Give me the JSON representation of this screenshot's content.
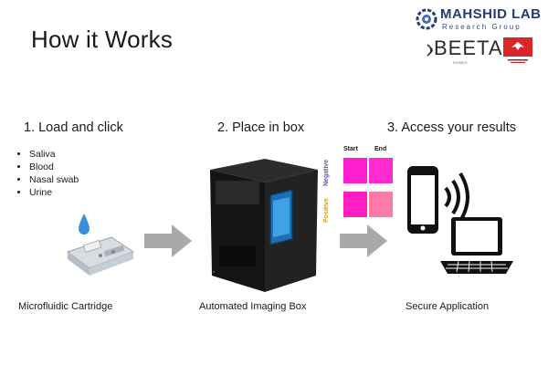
{
  "page": {
    "title": "How it Works"
  },
  "logos": {
    "mahshid_name": "MAHSHID LAB",
    "mahshid_sub": "Research Group",
    "beeta_word": "BEETA",
    "beeta_tag": "BIOMED"
  },
  "steps": [
    {
      "heading": "1. Load and click",
      "samples": [
        "Saliva",
        "Blood",
        "Nasal swab",
        "Urine"
      ],
      "caption": "Microfluidic Cartridge"
    },
    {
      "heading": "2. Place in box",
      "caption": "Automated Imaging Box"
    },
    {
      "heading": "3. Access your results",
      "caption": "Secure Application"
    }
  ],
  "results_card": {
    "start_label": "Start",
    "end_label": "End",
    "negative_label": "Negative",
    "positive_label": "Positive",
    "negative_start_color": "#ff1fd0",
    "negative_end_color": "#ff2ad4",
    "positive_start_color": "#ff1fc2",
    "positive_end_color": "#ff7aa8"
  },
  "colors": {
    "arrow": "#a9a9a9",
    "brand_blue": "#243a73",
    "partner_red": "#d8262c"
  }
}
